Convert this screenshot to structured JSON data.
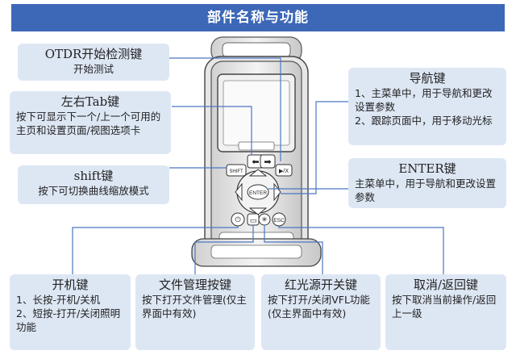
{
  "title": "部件名称与功能",
  "labels": {
    "otdr": {
      "heading": "OTDR开始检测键",
      "desc": "开始测试"
    },
    "tab": {
      "heading": "左右Tab键",
      "desc": "按下可显示下一个/上一个可用的主页和设置页面/视图选项卡"
    },
    "shift": {
      "heading": "shift键",
      "desc": "按下可切换曲线缩放模式"
    },
    "nav": {
      "heading": "导航键",
      "line1": "1、主菜单中，用于导航和更改设置参数",
      "line2": "2、跟踪页面中，用于移动光标"
    },
    "enter": {
      "heading": "ENTER键",
      "desc": "主菜单中，用于导航和更改设置参数"
    },
    "power": {
      "heading": "开机键",
      "line1": "1、长按-开机/关机",
      "line2": "2、短按-打开/关闭照明功能"
    },
    "file": {
      "heading": "文件管理按键",
      "desc": "按下打开文件管理(仅主界面中有效)"
    },
    "vfl": {
      "heading": "红光源开关键",
      "desc": "按下打开/关闭VFL功能(仅主界面中有效)"
    },
    "back": {
      "heading": "取消/返回键",
      "desc": "按下取消当前操作/返回上一级"
    }
  },
  "device": {
    "shift_key": "SHIFT",
    "enter_key": "ENTER",
    "esc_key": "ESC",
    "run_key": "▶/X"
  }
}
